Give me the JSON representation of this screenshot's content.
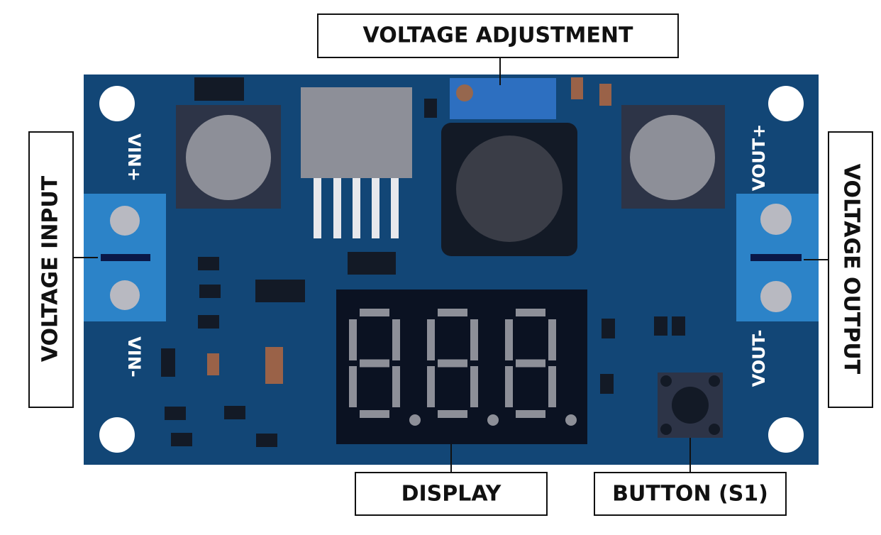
{
  "labels": {
    "voltage_adjustment": "VOLTAGE ADJUSTMENT",
    "voltage_input": "VOLTAGE INPUT",
    "voltage_output": "VOLTAGE OUTPUT",
    "display": "DISPLAY",
    "button": "BUTTON (S1)"
  },
  "board_text": {
    "vin_plus": "VIN+",
    "vin_minus": "VIN-",
    "vout_plus": "VOUT+",
    "vout_minus": "VOUT-"
  },
  "display_digits": "8.8.8.",
  "colors": {
    "board": "#124676",
    "terminal": "#2c83c8",
    "inductor": "#131a26",
    "capacitor": "#8d8f98",
    "segment": "#8d8f98",
    "display_bg": "#0b1222",
    "resistor": "#9a6248"
  }
}
